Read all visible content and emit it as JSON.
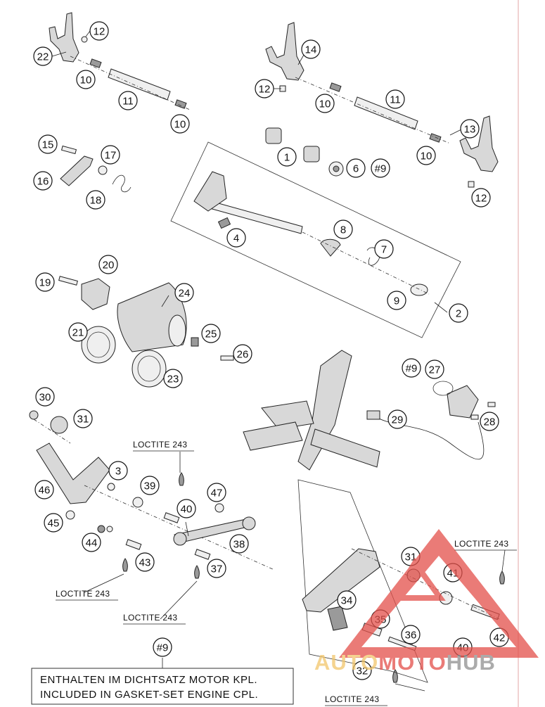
{
  "callouts": [
    "12",
    "22",
    "10",
    "11",
    "10",
    "14",
    "12",
    "10",
    "11",
    "13",
    "10",
    "12",
    "1",
    "6",
    "#9",
    "15",
    "17",
    "16",
    "18",
    "4",
    "8",
    "7",
    "20",
    "19",
    "24",
    "9",
    "2",
    "21",
    "25",
    "26",
    "23",
    "#9",
    "27",
    "30",
    "31",
    "29",
    "28",
    "3",
    "46",
    "39",
    "47",
    "40",
    "45",
    "44",
    "43",
    "38",
    "37",
    "31",
    "41",
    "34",
    "35",
    "36",
    "42",
    "40",
    "32",
    "#9"
  ],
  "labels": {
    "loctite": "LOCTITE 243"
  },
  "note": {
    "marker": "#9",
    "line1": "ENTHALTEN IM DICHTSATZ MOTOR KPL.",
    "line2": "INCLUDED IN GASKET-SET ENGINE CPL."
  },
  "watermark": {
    "part1": "AUTO",
    "part2": "MOTO",
    "part3": "HUB",
    "color_gold": "#f2c66b",
    "color_red": "#e4504a",
    "color_gray": "#8f8f8f"
  }
}
